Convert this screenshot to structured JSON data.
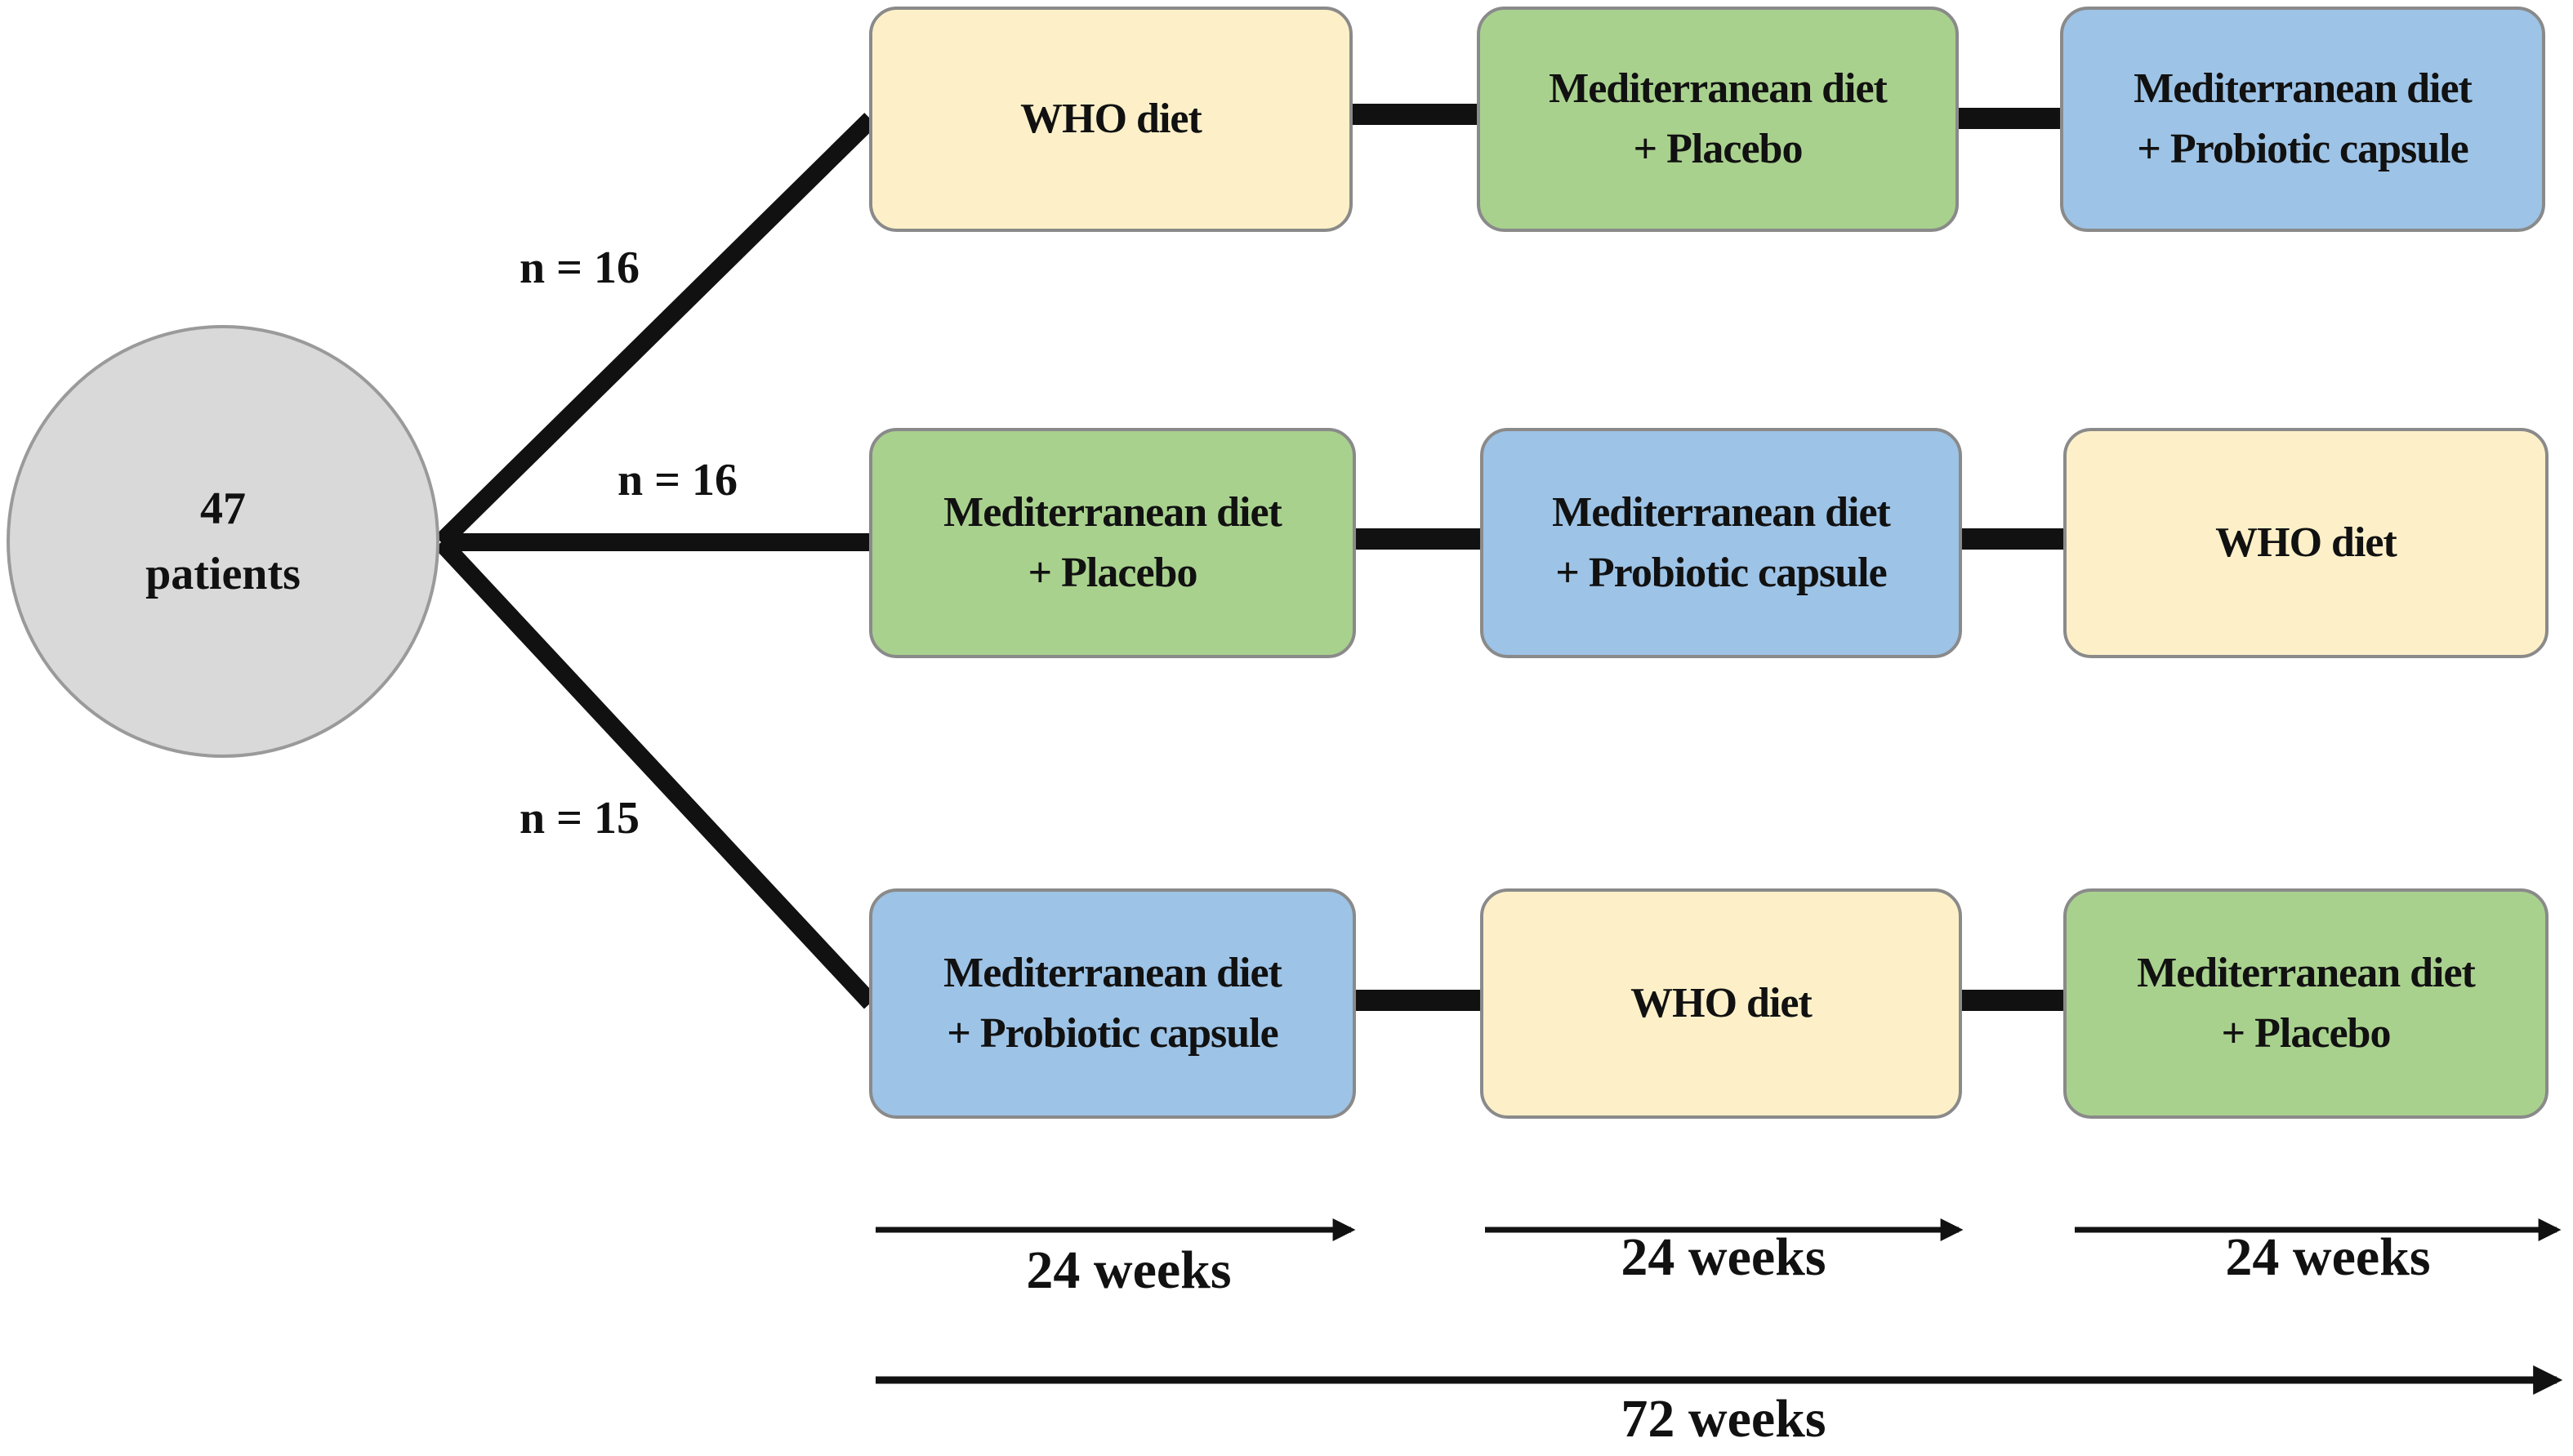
{
  "patients": {
    "count": "47",
    "label": "patients"
  },
  "arms": [
    {
      "n_label": "n = 16",
      "phases": [
        {
          "line1": "WHO diet",
          "line2": "",
          "color": "#fdf0c8"
        },
        {
          "line1": "Mediterranean diet",
          "line2": "+ Placebo",
          "color": "#a9d18e"
        },
        {
          "line1": "Mediterranean diet",
          "line2": "+ Probiotic capsule",
          "color": "#9dc3e6"
        }
      ]
    },
    {
      "n_label": "n = 16",
      "phases": [
        {
          "line1": "Mediterranean diet",
          "line2": "+ Placebo",
          "color": "#a9d18e"
        },
        {
          "line1": "Mediterranean diet",
          "line2": "+ Probiotic capsule",
          "color": "#9dc3e6"
        },
        {
          "line1": "WHO diet",
          "line2": "",
          "color": "#fdf0c8"
        }
      ]
    },
    {
      "n_label": "n = 15",
      "phases": [
        {
          "line1": "Mediterranean diet",
          "line2": "+ Probiotic capsule",
          "color": "#9dc3e6"
        },
        {
          "line1": "WHO diet",
          "line2": "",
          "color": "#fdf0c8"
        },
        {
          "line1": "Mediterranean diet",
          "line2": "+ Placebo",
          "color": "#a9d18e"
        }
      ]
    }
  ],
  "timeline": {
    "phase_labels": [
      "24 weeks",
      "24 weeks",
      "24 weeks"
    ],
    "total_label": "72 weeks"
  }
}
